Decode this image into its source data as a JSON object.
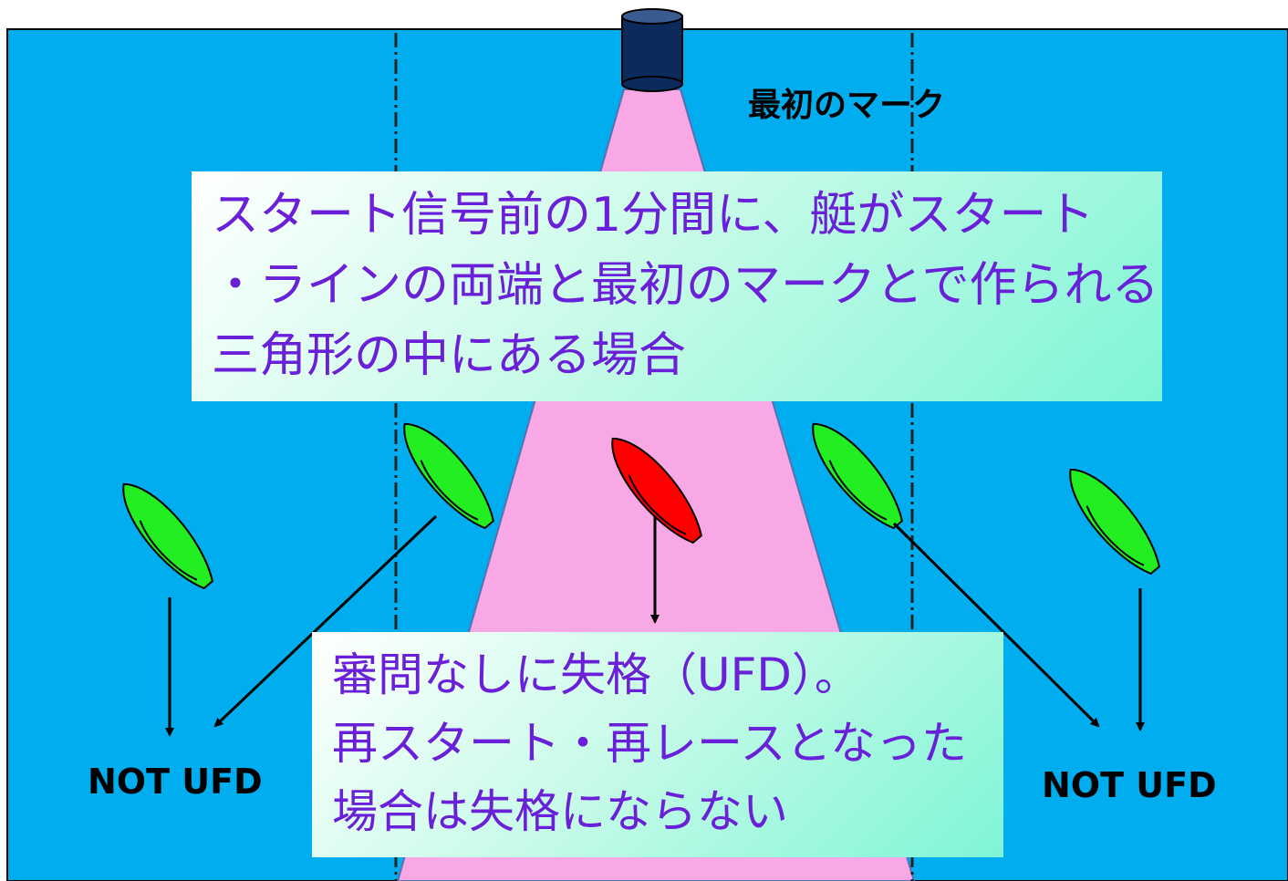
{
  "diagram": {
    "mark_label": "最初のマーク",
    "upper_callout": {
      "lines": [
        "スタート信号前の1分間に、艇がスタート",
        "・ラインの両端と最初のマークとで作られる",
        "三角形の中にある場合"
      ]
    },
    "lower_callout": {
      "lines": [
        "審問なしに失格（UFD）。",
        "再スタート・再レースとなった",
        "場合は失格にならない"
      ]
    },
    "left_label": "NOT UFD",
    "right_label": "NOT UFD",
    "colors": {
      "water": "#00aeef",
      "triangle": "#f9a8e6",
      "boat_ok": "#22ee22",
      "boat_ufd": "#ff0000",
      "mark": "#0d2a5c",
      "callout_text": "#6a1fd8"
    }
  }
}
